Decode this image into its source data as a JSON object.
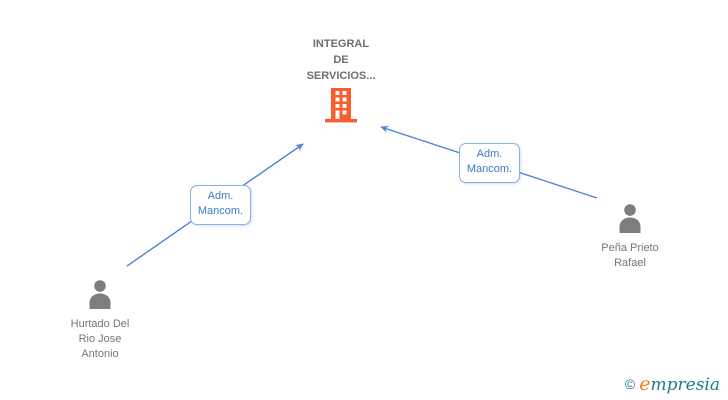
{
  "company": {
    "name_lines": [
      "INTEGRAL",
      "DE",
      "SERVICIOS..."
    ],
    "icon": "building-icon"
  },
  "people": [
    {
      "name_lines": [
        "Hurtado Del",
        "Rio Jose",
        "Antonio"
      ],
      "icon": "person-icon"
    },
    {
      "name_lines": [
        "Peña Prieto",
        "Rafael"
      ],
      "icon": "person-icon"
    }
  ],
  "edges": [
    {
      "from": "Hurtado Del Rio Jose Antonio",
      "to": "INTEGRAL DE SERVICIOS...",
      "label": "Adm. Mancom.",
      "label_lines": [
        "Adm.",
        "Mancom."
      ]
    },
    {
      "from": "Peña Prieto Rafael",
      "to": "INTEGRAL DE SERVICIOS...",
      "label": "Adm. Mancom.",
      "label_lines": [
        "Adm.",
        "Mancom."
      ]
    }
  ],
  "footer": {
    "copyright_symbol": "©",
    "brand_initial": "e",
    "brand_rest": "mpresia"
  },
  "colors": {
    "arrow_blue": "#4f86d6",
    "label_border_blue": "#8cb0e0",
    "label_text_blue": "#3b7bc8",
    "building_orange": "#fb5d2e",
    "person_gray": "#7d7d7d",
    "name_gray": "#757575",
    "title_gray": "#6e6e6e",
    "logo_teal": "#1e7b8c",
    "logo_orange": "#f07f1e"
  }
}
